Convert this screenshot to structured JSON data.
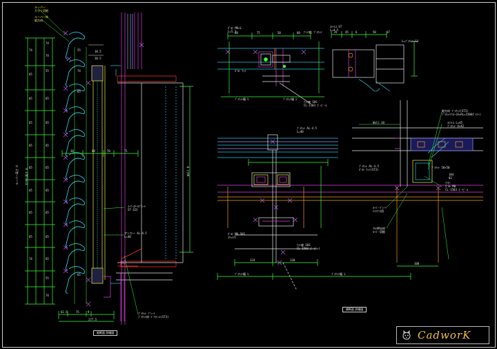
{
  "logo": {
    "text": "CadworK"
  },
  "titles": {
    "left": "縦断面 詳細図",
    "right": "横断面 詳細図"
  },
  "colors": {
    "background": "#000000",
    "green": "#3cff3c",
    "cyan": "#27c8e0",
    "yellow": "#f2f24a",
    "magenta": "#e040e0",
    "orange": "#f0a020",
    "white": "#e8e8e8",
    "blue": "#4e4eff",
    "red": "#ff3030",
    "lavender": "#9a9aff",
    "logo": "#f0c040"
  },
  "left": {
    "top_labels": [
      "ルーバー",
      "ガラリ羽根",
      "ルーバー枠",
      "縦方向"
    ],
    "dims_left": [
      "74",
      "65",
      "65",
      "65",
      "65",
      "65",
      "65",
      "65",
      "65",
      "74"
    ],
    "dims_right": [
      "74",
      "74",
      "55",
      "65",
      "65",
      "65",
      "65",
      "65",
      "65",
      "65",
      "65",
      "55",
      "74"
    ],
    "dims_near": [
      "55",
      "74",
      "65",
      "65"
    ],
    "overall_vert": [
      "ルーバー高さ H",
      "ガラリ高さ H"
    ],
    "bottom_dims": [
      "61.5",
      "75",
      "9",
      "277.5"
    ],
    "mid_dims": [
      "30",
      "60",
      "70",
      "71"
    ],
    "top_dims": [
      "10.5",
      "10.5"
    ],
    "callouts": [
      "ｺｰﾅｰｽﾁｰﾙﾌﾟﾚｰﾄ",
      "ST-323",
      "アンカー AL-4.5",
      "L=40",
      "ﾌﾞﾗｹｯﾄ ﾌﾟﾚｰﾄ",
      "ﾌﾞﾗｹｯﾄ枠-ﾄﾞｱﾌﾚｰﾑ(ST3)"
    ],
    "height_label": "Wall H"
  },
  "right_top": {
    "left_labels": [
      "ﾎﾞﾙﾄ M6×L",
      "L=5_3"
    ],
    "left_dims": [
      "40",
      "75",
      "50",
      "60",
      "75"
    ],
    "left_callouts": [
      "ﾅｰｼﾝｸﾞ ﾌﾞﾗｹｯﾄ",
      "ﾎﾞﾙﾄ ﾅｯﾄ",
      "ﾅｯﾄ座 SUS",
      "CL-1503 ｺﾞｰﾋﾟｰｽ"
    ],
    "left_bottom": [
      "ﾌﾞﾗｹｯﾄ幅 L",
      "ﾌﾞﾗｹｯﾄ幅 L"
    ],
    "right_labels": [
      "ｽﾃﾝﾚｽ ST",
      "L=4_5",
      "L=ﾌﾞﾗｹｯﾄ=13"
    ],
    "right_dims": [
      "31",
      "45",
      "6",
      "50",
      "17"
    ]
  },
  "right_mid": {
    "labels_left": [
      "ﾌﾞﾗｹｯﾄ AL-4.5",
      "L=40"
    ],
    "labels_right": [
      "縦方向 ﾌﾞﾗｹｯﾄ(ST3)",
      "ﾌﾞﾗｹｯﾄｱﾝｶｰ(H=RL=1500ﾎﾟｲﾝﾄ)",
      "ｽﾃﾝﾚｽ L=45",
      "ﾌﾞﾗｹｯﾄ 4×42",
      "ｱﾝｶｰ",
      "ﾎﾞﾙﾄ M8",
      "CL-1503 ｺﾞｰﾋﾟｰｽ"
    ],
    "right_callouts": [
      "ﾌﾞﾗｹｯﾄ AL-4.5",
      "ﾎﾞﾙﾄ ﾅｯﾄ(ST3)"
    ],
    "bottom_labels": [
      "ﾎﾞﾙﾄ M6 SUS",
      "ｽﾘｯﾄ穴",
      "ﾅｯﾄ座 SUS",
      "CL-1503 ｺﾞｰﾋﾟｰｽ"
    ],
    "bottom_dims": [
      "124",
      "120",
      "100"
    ],
    "bottom_big": [
      "ﾌﾞﾗｹｯﾄ幅 L",
      "ﾌﾞﾗｹｯﾄ幅 L"
    ],
    "right_bottom": [
      "ﾙｰﾊﾞｰﾌﾞﾚｰﾄ",
      "ﾒﾝﾃﾅﾝｽ用",
      "ｱﾙﾐ押出材",
      "ﾙｰﾊﾞｰ羽根"
    ],
    "right_dims": [
      "104",
      "82"
    ],
    "right_top": [
      "Wall 10",
      "ﾌﾞﾗｹｯﾄ 50×50"
    ]
  }
}
